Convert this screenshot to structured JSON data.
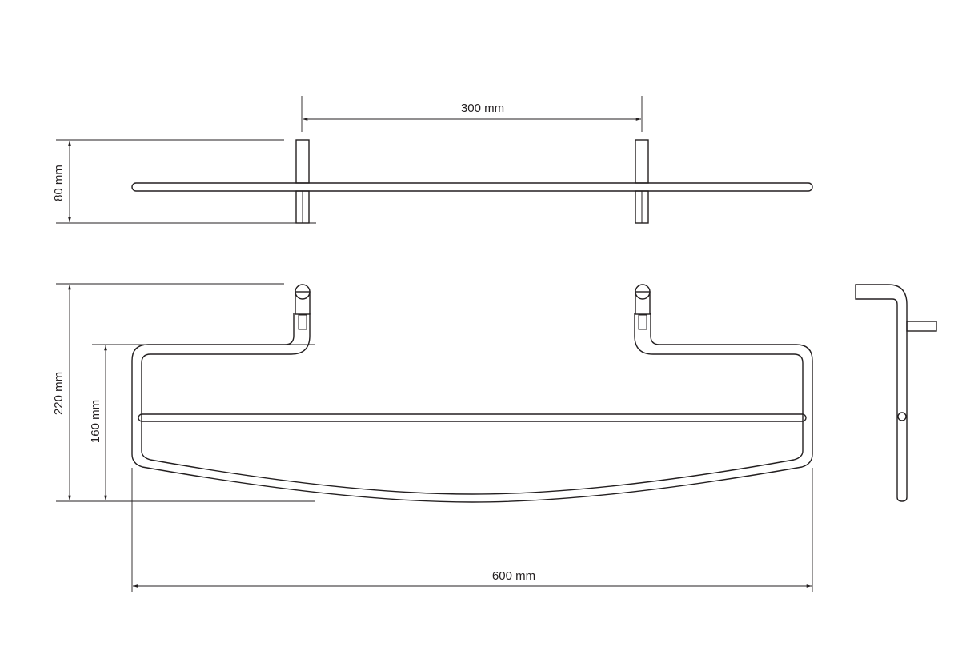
{
  "dimensions": {
    "mount_spacing": "300 mm",
    "depth_top_view": "80 mm",
    "overall_height": "220 mm",
    "frame_height": "160 mm",
    "overall_width": "600 mm"
  }
}
